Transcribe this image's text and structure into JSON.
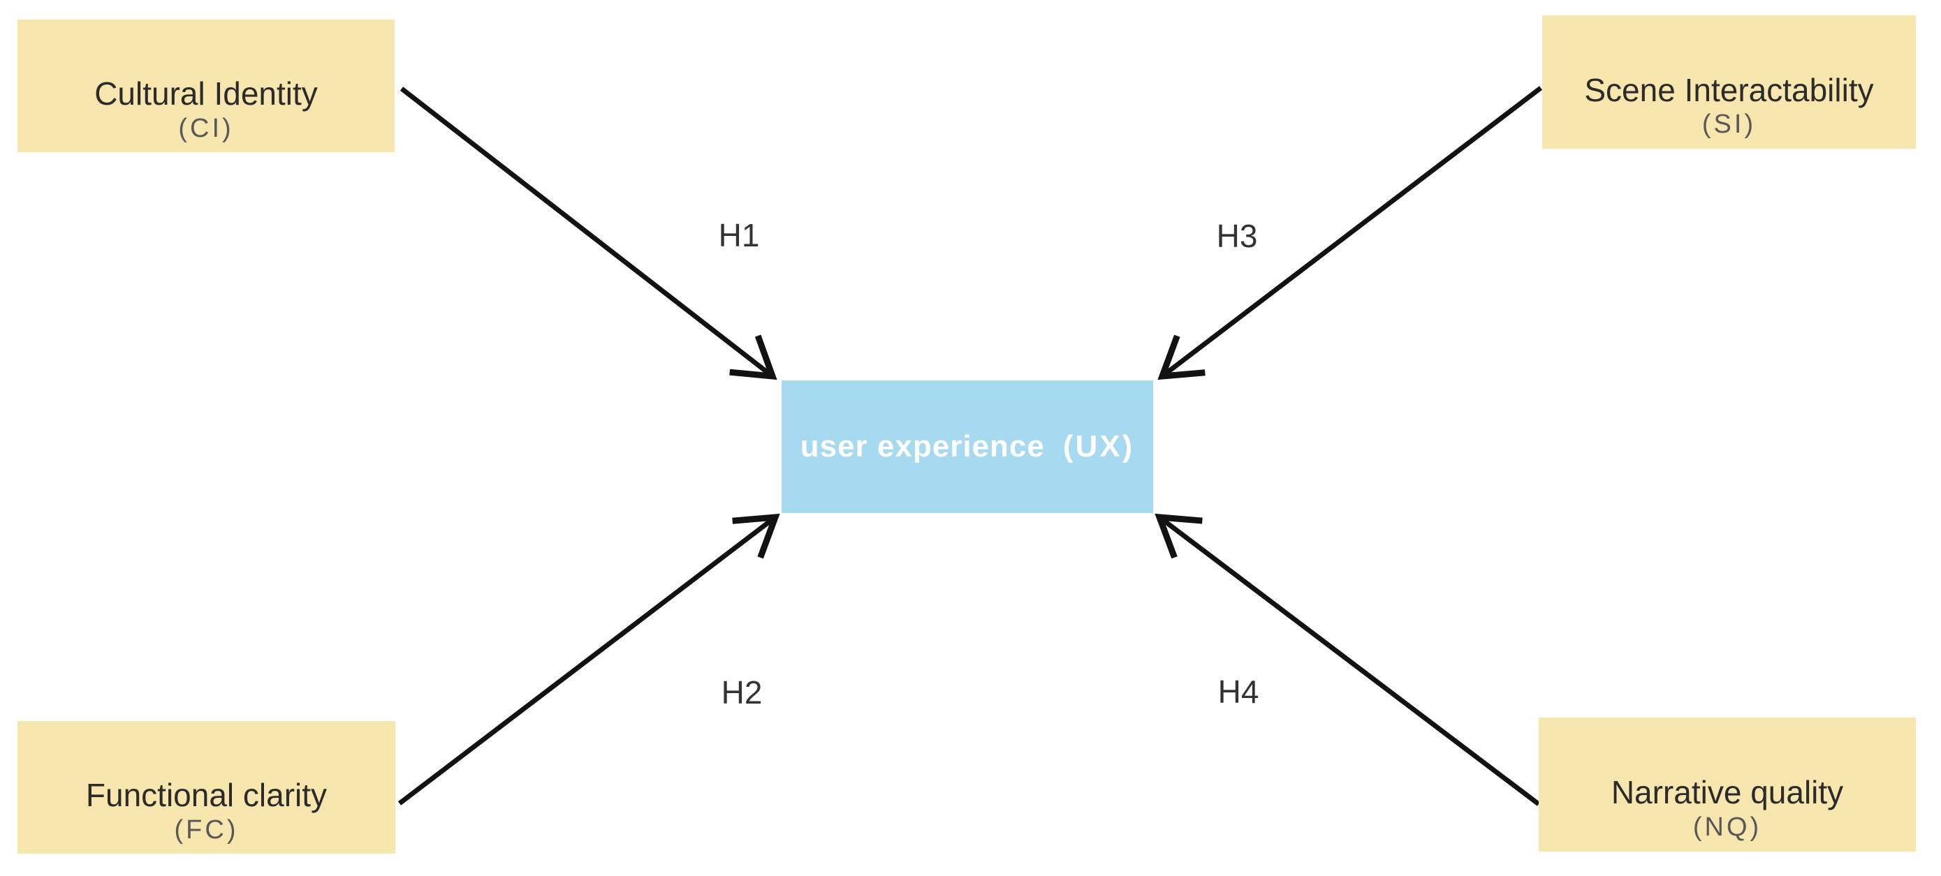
{
  "center": {
    "label": "user experience",
    "abbr": "(UX)"
  },
  "factors": [
    {
      "id": "CI",
      "label": "Cultural Identity",
      "abbr": "(CI)",
      "hypothesis": "H1",
      "position": "top-left"
    },
    {
      "id": "FC",
      "label": "Functional clarity",
      "abbr": "(FC)",
      "hypothesis": "H2",
      "position": "bottom-left"
    },
    {
      "id": "SI",
      "label": "Scene Interactability",
      "abbr": "(SI)",
      "hypothesis": "H3",
      "position": "top-right"
    },
    {
      "id": "NQ",
      "label": "Narrative quality",
      "abbr": "(NQ)",
      "hypothesis": "H4",
      "position": "bottom-right"
    }
  ],
  "colors": {
    "canvas_bg": "#ffffff",
    "factor_box_bg": "#F8E6AF",
    "center_box_bg": "#A7D9F0",
    "arrow_color": "#121212",
    "title_color": "#2b2b2b",
    "abbr_color": "#585858",
    "hlabel_color": "#333333",
    "center_text_color": "#ffffff"
  }
}
